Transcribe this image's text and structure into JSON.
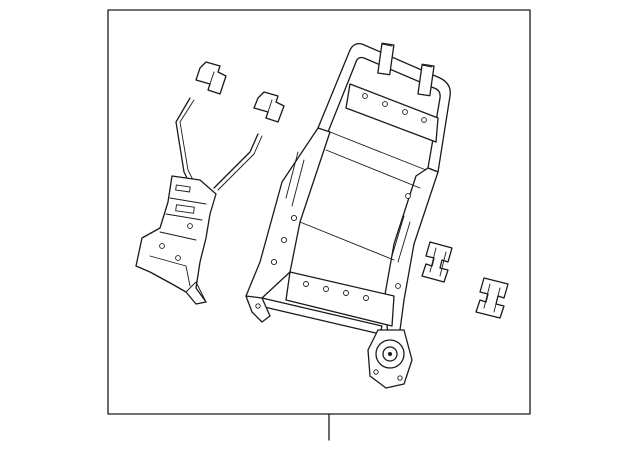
{
  "diagram": {
    "colors": {
      "line": "#1a1a1a",
      "background": "#ffffff"
    },
    "parts": [
      {
        "id": "seat-back-frame",
        "callout_visible": false
      },
      {
        "id": "recliner-cover",
        "callout_visible": false
      },
      {
        "id": "guide-clip-1",
        "callout_visible": false
      },
      {
        "id": "guide-clip-2",
        "callout_visible": false
      },
      {
        "id": "bracket-clip-1",
        "callout_visible": false
      },
      {
        "id": "bracket-clip-2",
        "callout_visible": false
      },
      {
        "id": "headrest-wire",
        "callout_visible": false
      }
    ]
  }
}
